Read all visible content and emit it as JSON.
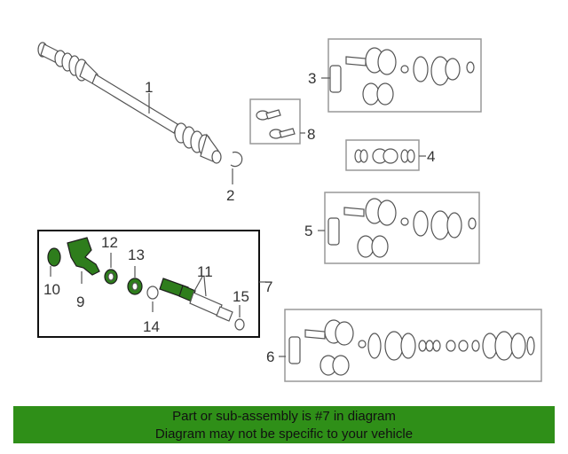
{
  "callouts": {
    "c1": "1",
    "c2": "2",
    "c3": "3",
    "c4": "4",
    "c5": "5",
    "c6": "6",
    "c7": "7",
    "c8": "8",
    "c9": "9",
    "c10": "10",
    "c11": "11",
    "c12": "12",
    "c13": "13",
    "c14": "14",
    "c15": "15"
  },
  "highlight_color": "#2f8f18",
  "banner": {
    "line1": "Part or sub-assembly is #7 in diagram",
    "line2": "Diagram may not be specific to your vehicle"
  }
}
